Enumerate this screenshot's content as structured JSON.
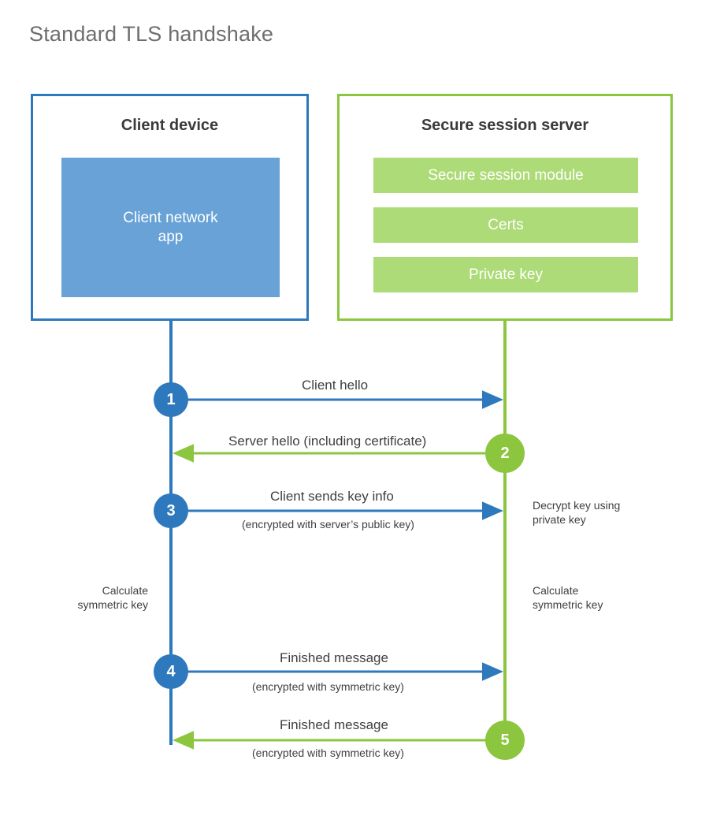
{
  "title": "Standard TLS handshake",
  "colors": {
    "client_border": "#2e79bd",
    "client_fill": "#68a2d6",
    "client_circle": "#2e79bd",
    "server_border": "#8cc63f",
    "server_fill": "#addb77",
    "server_circle": "#8cc63f",
    "title_text": "#6e6e6e",
    "body_text": "#3f3f3f",
    "heading_text": "#3a3a3a",
    "background": "#ffffff"
  },
  "client": {
    "title": "Client device",
    "app_label": "Client network\napp"
  },
  "server": {
    "title": "Secure session server",
    "modules": [
      {
        "label": "Secure session module"
      },
      {
        "label": "Certs"
      },
      {
        "label": "Private key"
      }
    ]
  },
  "steps": [
    {
      "number": "1",
      "origin": "client",
      "direction": "client-to-server",
      "label": "Client hello",
      "sub_label": ""
    },
    {
      "number": "2",
      "origin": "server",
      "direction": "server-to-client",
      "label": "Server hello (including certificate)",
      "sub_label": ""
    },
    {
      "number": "3",
      "origin": "client",
      "direction": "client-to-server",
      "label": "Client sends key info",
      "sub_label": "(encrypted with server’s public key)"
    },
    {
      "number": "4",
      "origin": "client",
      "direction": "client-to-server",
      "label": "Finished message",
      "sub_label": "(encrypted with symmetric key)"
    },
    {
      "number": "5",
      "origin": "server",
      "direction": "server-to-client",
      "label": "Finished message",
      "sub_label": "(encrypted with symmetric key)"
    }
  ],
  "notes": {
    "server_decrypt": "Decrypt key using\nprivate key",
    "client_calculate": "Calculate\nsymmetric key",
    "server_calculate": "Calculate\nsymmetric key"
  }
}
